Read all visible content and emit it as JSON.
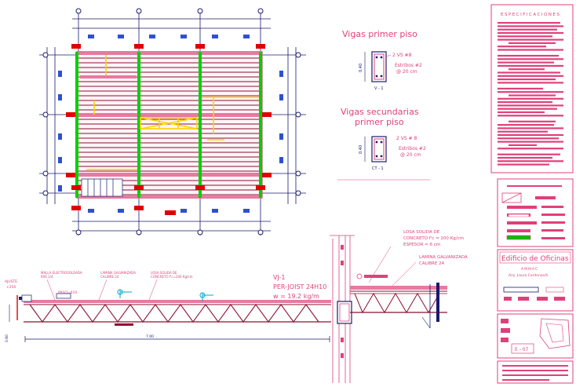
{
  "colors": {
    "background": "#ffffff",
    "pink": "#e0407a",
    "darkred": "#8a1030",
    "red": "#e00000",
    "green": "#00d000",
    "yellow": "#ffd200",
    "navy": "#1a1a6e",
    "blue": "#3050d0",
    "magenta": "#f050f0",
    "grey": "#6a6a6a"
  },
  "beams": {
    "title": "Vigas primer piso",
    "section_bars": "2 VS #8",
    "stirrups": "Estribos #2",
    "spacing": "@ 20 cm",
    "tag": "V - 1",
    "dim": "0.40"
  },
  "secondary_beams": {
    "title_line1": "Vigas secundarias",
    "title_line2": "primer piso",
    "section_bars": "2 VS # 8",
    "stirrups": "Estribos #2",
    "spacing": "@ 20 cm",
    "tag": "CT - 1",
    "dim": "0.40"
  },
  "joist": {
    "title": "VJ-1",
    "model": "PER-JOIST 24H10",
    "weight": "w = 19.2 kg/m",
    "left_label": "AJUSTE",
    "left_sub": "+250",
    "mesh_label": "MALLA ELECTROSOLDADA",
    "mesh_sub": "6X6 1/4",
    "deck_label": "LAMINA GALVANIZADA",
    "deck_sub": "CALIBRE 24",
    "slab_label": "LOSA SOLIDA DE",
    "slab_sub": "CONCRETO f'c=200 Kg/cm",
    "tag_small": "PASO=610",
    "height_dim": "0.60",
    "length_dim": "7.00"
  },
  "detail": {
    "slab_line1": "LOSA SOLIDA DE",
    "slab_line2": "CONCRETO f'c = 200 Kg/cm",
    "slab_line3": "ESPESOR = 6 cm",
    "deck_line1": "LAMINA GALVANIZADA",
    "deck_line2": "CALIBRE 24"
  },
  "specs": {
    "title": "ESPECIFICACIONES"
  },
  "titleblock": {
    "project": "Edificio de Oficinas",
    "subtitle": "AMMAC",
    "author": "Arq. Laura Cardenas/h",
    "sheet": "E - 07"
  }
}
